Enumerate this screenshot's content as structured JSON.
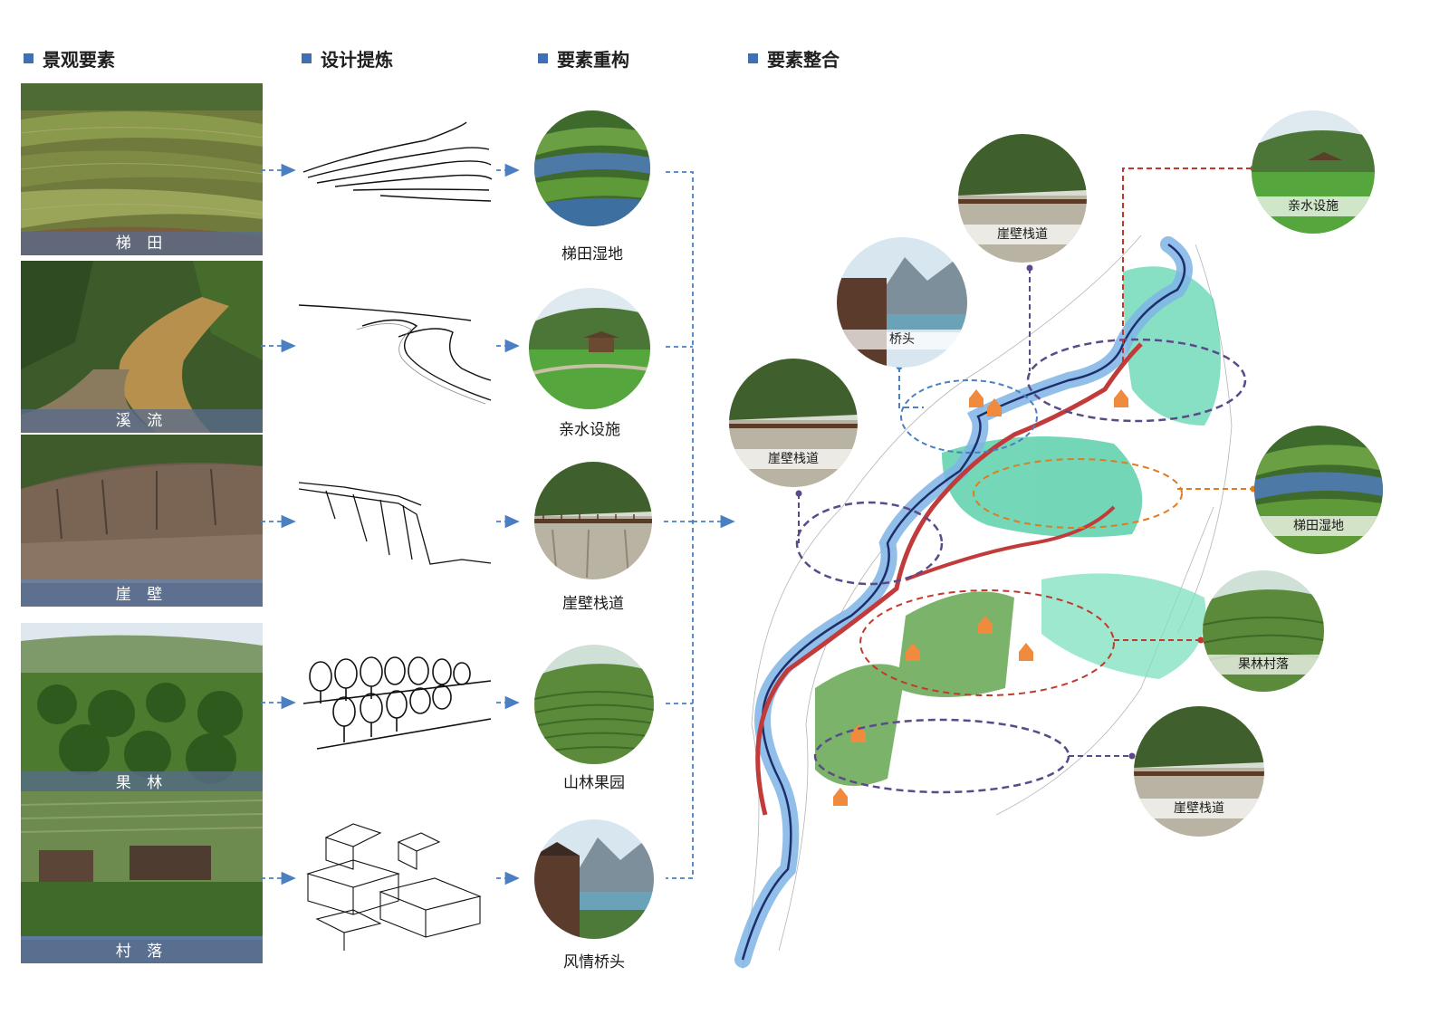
{
  "headers": {
    "landscape": "景观要素",
    "extraction": "设计提炼",
    "reconstruction": "要素重构",
    "integration": "要素整合"
  },
  "photos": [
    {
      "caption": "梯 田"
    },
    {
      "caption": "溪 流"
    },
    {
      "caption": "崖 壁"
    },
    {
      "caption": "果 林"
    },
    {
      "caption": "村 落"
    }
  ],
  "reconstruction": [
    {
      "label": "梯田湿地"
    },
    {
      "label": "亲水设施"
    },
    {
      "label": "崖壁栈道"
    },
    {
      "label": "山林果园"
    },
    {
      "label": "风情桥头"
    }
  ],
  "map_callouts": {
    "cliff_top": "崖壁栈道",
    "waterside": "亲水设施",
    "bridgehead": "桥头",
    "cliff_left": "崖壁栈道",
    "wetland": "梯田湿地",
    "orchard_village": "果林村落",
    "cliff_bottom": "崖壁栈道"
  },
  "colors": {
    "accent_blue": "#3f6fb4",
    "callout_red": "#c0392b",
    "callout_purple": "#5b4a8a",
    "callout_orange": "#e07b1f"
  }
}
